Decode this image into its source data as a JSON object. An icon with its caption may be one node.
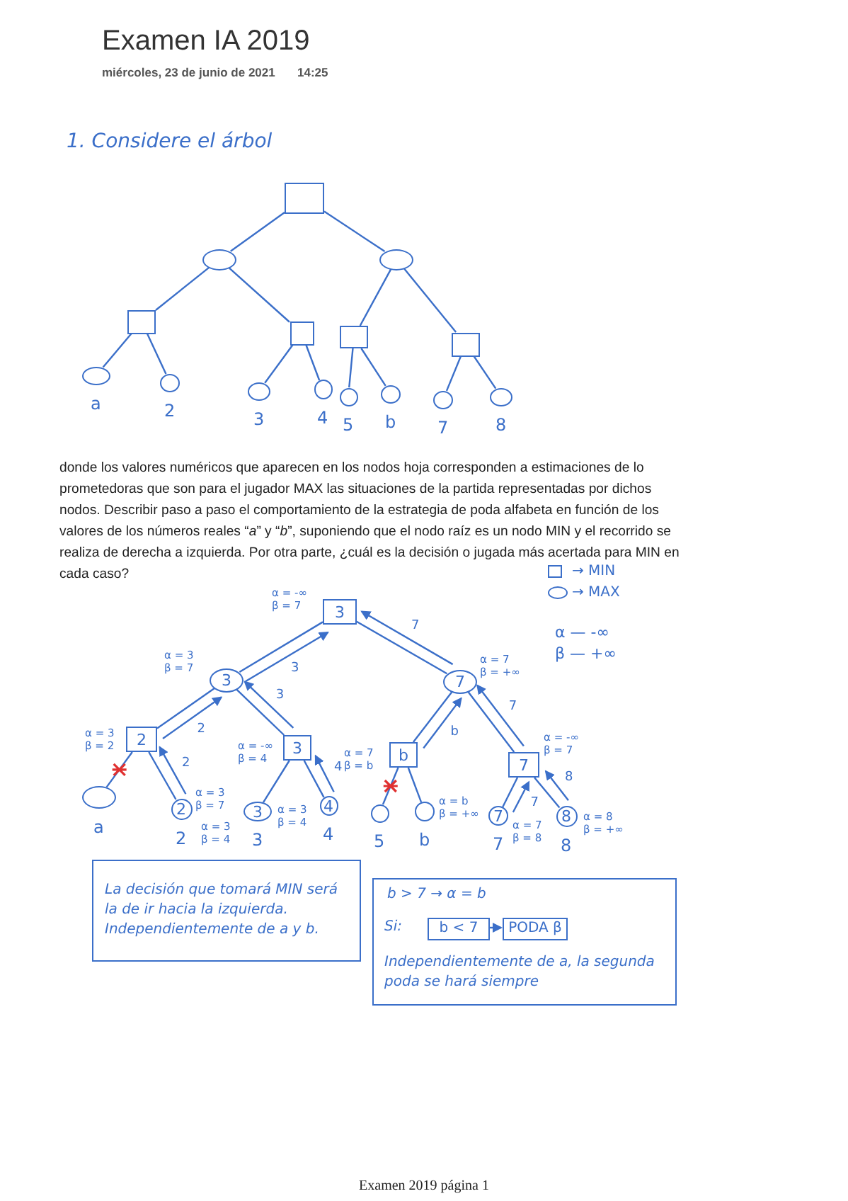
{
  "diagram": {
    "title": "Examen IA 2019",
    "nodes": [
      {
        "text": [],
        "shape": "box"
      },
      {
        "text": [],
        "shape": "circle"
      },
      {
        "text": [],
        "shape": "circle"
      },
      {
        "text": [],
        "shape": "box"
      },
      {
        "text": [],
        "shape": "box"
      },
      {
        "text": [],
        "shape": "box"
      },
      {
        "text": [],
        "shape": "box"
      },
      {
        "text": [],
        "shape": "circle",
        "beside": [
          "a"
        ]
      },
      {
        "text": [],
        "shape": "circle",
        "beside": [
          "2"
        ]
      },
      {
        "text": [],
        "shape": "circle",
        "beside": [
          "3"
        ]
      },
      {
        "text": [],
        "shape": "circle",
        "beside": [
          "4"
        ]
      },
      {
        "text": [],
        "shape": "circle",
        "beside": [
          "5"
        ]
      },
      {
        "text": [],
        "shape": "circle",
        "beside": [
          "b"
        ]
      },
      {
        "text": [],
        "shape": "circle",
        "beside": [
          "7"
        ]
      },
      {
        "text": [],
        "shape": "circle",
        "beside": [
          "8"
        ]
      },
      {
        "text": [
          "3"
        ],
        "beside": [
          "α = -∞",
          "β = 7"
        ]
      },
      {
        "text": [
          "3"
        ],
        "beside": [
          "α = 3",
          "β = 7"
        ]
      },
      {
        "text": [
          "7"
        ],
        "beside": [
          "α = 7",
          "β = +∞"
        ]
      },
      {
        "text": [
          "2"
        ],
        "beside": [
          "α = 3",
          "β = 2"
        ]
      },
      {
        "text": [
          "3"
        ],
        "beside": [
          "α = -∞",
          "β = 4"
        ]
      },
      {
        "text": [
          "b"
        ],
        "beside": [
          "α = 7",
          "β = b"
        ]
      },
      {
        "text": [
          "7"
        ],
        "beside": [
          "α = -∞",
          "β = 7"
        ]
      },
      {
        "text": [],
        "shape": "circle",
        "beside": [
          "a"
        ]
      },
      {
        "text": [
          "2"
        ],
        "beside": [
          "α = 3",
          "β = 7",
          "2"
        ]
      },
      {
        "text": [
          "3"
        ],
        "beside": [
          "α = 3",
          "β = 4",
          "3"
        ]
      },
      {
        "text": [
          "4"
        ],
        "beside": [
          "α = 3",
          "β = 4",
          "4"
        ]
      },
      {
        "text": [],
        "shape": "circle",
        "beside": [
          "5"
        ]
      },
      {
        "text": [],
        "shape": "circle",
        "beside": [
          "α = b",
          "β = +∞",
          "b"
        ]
      },
      {
        "text": [
          "7"
        ],
        "beside": [
          "α = 7",
          "β = 8",
          "7"
        ]
      },
      {
        "text": [
          "8"
        ],
        "beside": [
          "α = 8",
          "β = +∞",
          "8"
        ]
      },
      {
        "text": [
          "La decisión que tomará MIN será la de ir hacia la izquierda. Independientemente de a y b."
        ]
      },
      {
        "text": [
          "b > 7 → α = b",
          "Si:",
          "Independientemente de a, la segunda poda se hará siempre"
        ]
      },
      {
        "text": [
          "b < 7"
        ],
        "in": 31
      },
      {
        "text": [
          "PODA β"
        ],
        "in": 31
      }
    ],
    "edges": [
      {
        "from": 0,
        "to": 1,
        "arrow": "none"
      },
      {
        "from": 0,
        "to": 2,
        "arrow": "none"
      },
      {
        "from": 1,
        "to": 3,
        "arrow": "none"
      },
      {
        "from": 1,
        "to": 4,
        "arrow": "none"
      },
      {
        "from": 2,
        "to": 5,
        "arrow": "none"
      },
      {
        "from": 2,
        "to": 6,
        "arrow": "none"
      },
      {
        "from": 3,
        "to": 7,
        "arrow": "none"
      },
      {
        "from": 3,
        "to": 8,
        "arrow": "none"
      },
      {
        "from": 4,
        "to": 9,
        "arrow": "none"
      },
      {
        "from": 4,
        "to": 10,
        "arrow": "none"
      },
      {
        "from": 5,
        "to": 11,
        "arrow": "none"
      },
      {
        "from": 5,
        "to": 12,
        "arrow": "none"
      },
      {
        "from": 6,
        "to": 13,
        "arrow": "none"
      },
      {
        "from": 6,
        "to": 14,
        "arrow": "none"
      },
      {
        "from": 15,
        "to": 16,
        "arrow": "none"
      },
      {
        "from": 15,
        "to": 17,
        "arrow": "none"
      },
      {
        "from": 16,
        "to": 18,
        "arrow": "none"
      },
      {
        "from": 16,
        "to": 19,
        "arrow": "none"
      },
      {
        "from": 17,
        "to": 20,
        "arrow": "none"
      },
      {
        "from": 17,
        "to": 21,
        "arrow": "none"
      },
      {
        "from": 18,
        "to": 22,
        "arrow": "none"
      },
      {
        "from": 18,
        "to": 23,
        "arrow": "none"
      },
      {
        "from": 19,
        "to": 24,
        "arrow": "none"
      },
      {
        "from": 19,
        "to": 25,
        "arrow": "none"
      },
      {
        "from": 20,
        "to": 26,
        "arrow": "none"
      },
      {
        "from": 20,
        "to": 27,
        "arrow": "none"
      },
      {
        "from": 21,
        "to": 28,
        "arrow": "none"
      },
      {
        "from": 21,
        "to": 29,
        "arrow": "none"
      },
      {
        "from": 16,
        "to": 15,
        "arrow": "to",
        "label": "3"
      },
      {
        "from": 17,
        "to": 15,
        "arrow": "to",
        "label": "7"
      },
      {
        "from": 18,
        "to": 16,
        "arrow": "to",
        "label": "2"
      },
      {
        "from": 19,
        "to": 16,
        "arrow": "to",
        "label": "3"
      },
      {
        "from": 20,
        "to": 17,
        "arrow": "to",
        "label": "b"
      },
      {
        "from": 21,
        "to": 17,
        "arrow": "to",
        "label": "7"
      },
      {
        "from": 23,
        "to": 18,
        "arrow": "to",
        "label": "2"
      },
      {
        "from": 25,
        "to": 19,
        "arrow": "to",
        "label": "4"
      },
      {
        "from": 28,
        "to": 21,
        "arrow": "to",
        "label": "7"
      },
      {
        "from": 29,
        "to": 21,
        "arrow": "to",
        "label": "8"
      },
      {
        "from": 32,
        "to": 33,
        "arrow": "to"
      }
    ],
    "labels": [
      "miércoles, 23 de junio de 2021",
      "14:25",
      "1. Considere el árbol",
      "donde los valores numéricos que aparecen en los nodos hoja corresponden a estimaciones de lo prometedoras que son para el jugador MAX las situaciones de la partida representadas por dichos nodos. Describir paso a paso el comportamiento de la estrategia de poda alfabeta en función de los valores de los números reales “*a*” y “*b*”, suponiendo que el nodo raíz es un nodo MIN y el recorrido se realiza de derecha a izquierda. Por otra parte, ¿cuál es la decisión o jugada más acertada para MIN en cada caso?",
      "α — -∞",
      "β — +∞",
      "Examen 2019 página 1"
    ],
    "legend": [
      {
        "text": "→ MIN"
      },
      {
        "text": "→ MAX"
      }
    ]
  }
}
